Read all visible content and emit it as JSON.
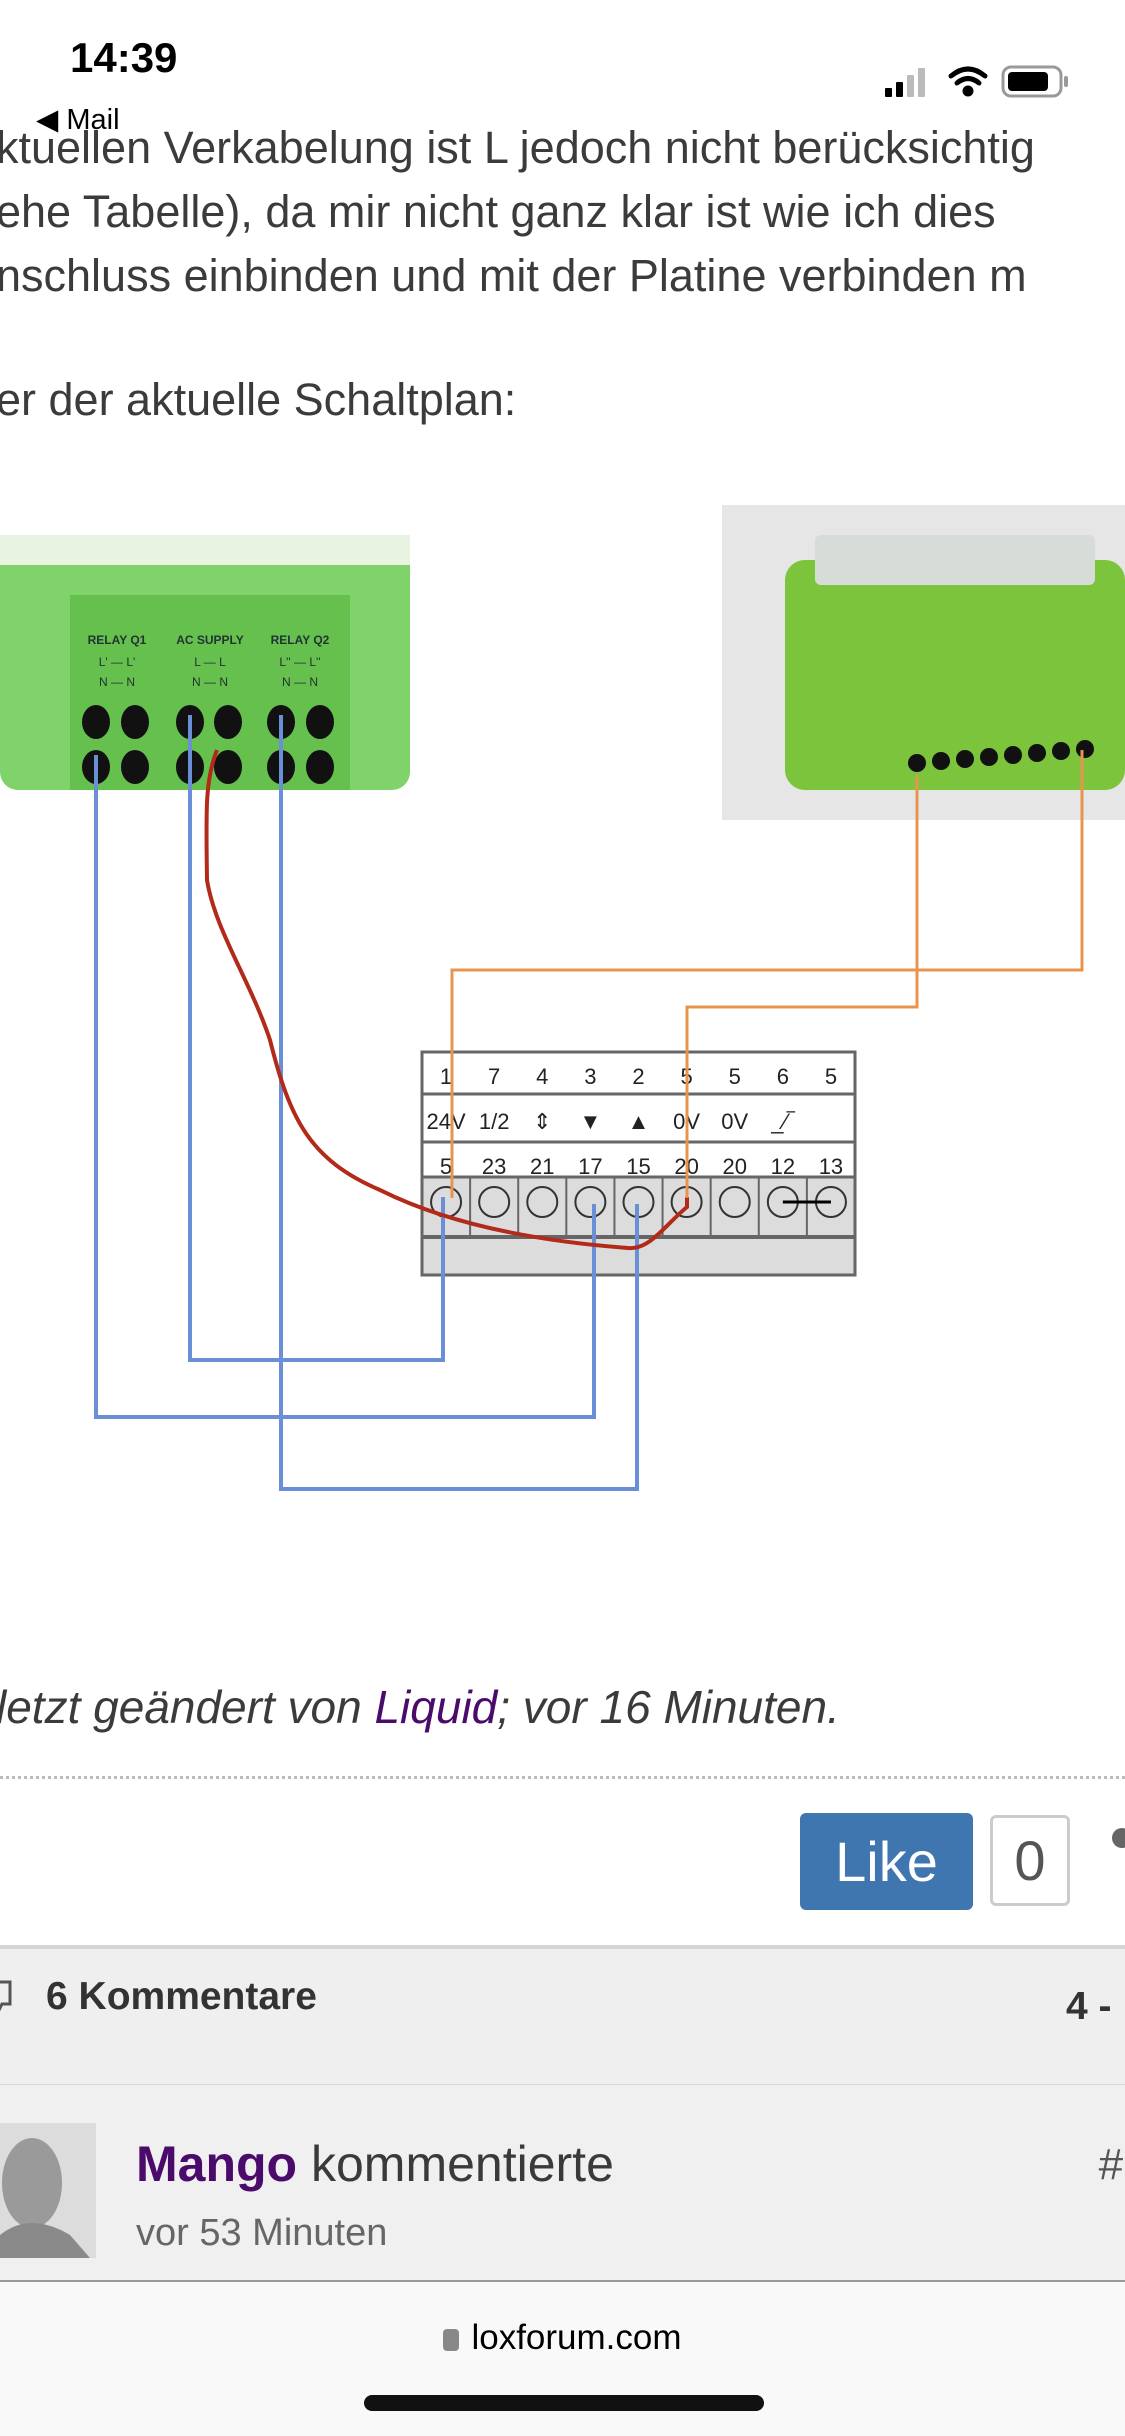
{
  "status_bar": {
    "time": "14:39",
    "back_label": "Mail"
  },
  "post": {
    "lines": [
      "ktuellen Verkabelung ist L jedoch nicht berücksichtig",
      "ehe Tabelle), da mir nicht ganz klar ist wie ich dies",
      "nschluss einbinden und mit der Platine verbinden m",
      "er der aktuelle Schaltplan:"
    ],
    "diagram": {
      "relay_labels": [
        "RELAY Q1",
        "AC SUPPLY",
        "RELAY Q2"
      ],
      "relay_rows": [
        "L' — L'",
        "L — L",
        "L'' — L''",
        "N — N",
        "N — N",
        "N — N"
      ],
      "terminal_top": [
        "1",
        "7",
        "4",
        "3",
        "2",
        "5",
        "5",
        "6",
        "5"
      ],
      "terminal_mid": [
        "24V",
        "1/2",
        "⇕",
        "▼",
        "▲",
        "0V",
        "0V",
        "_⁄‾",
        ""
      ],
      "terminal_bottom": [
        "5",
        "23",
        "21",
        "17",
        "15",
        "20",
        "20",
        "12",
        "13"
      ],
      "wire_colors": {
        "blue": "#6b8fd6",
        "red": "#b22a1a",
        "orange": "#e8944f"
      }
    },
    "edit_prefix": "letzt geändert von ",
    "edit_user": "Liquid",
    "edit_suffix": "; vor 16 Minuten."
  },
  "like": {
    "label": "Like",
    "count": "0"
  },
  "comments": {
    "count_label": "6 Kommentare",
    "page_label": "4 -"
  },
  "comment": {
    "author": "Mango",
    "action": "kommentierte",
    "time": "vor 53 Minuten",
    "hash": "#"
  },
  "browser": {
    "url": "loxforum.com"
  },
  "colors": {
    "like": "#3f76b0",
    "link": "#4b0b6b"
  }
}
